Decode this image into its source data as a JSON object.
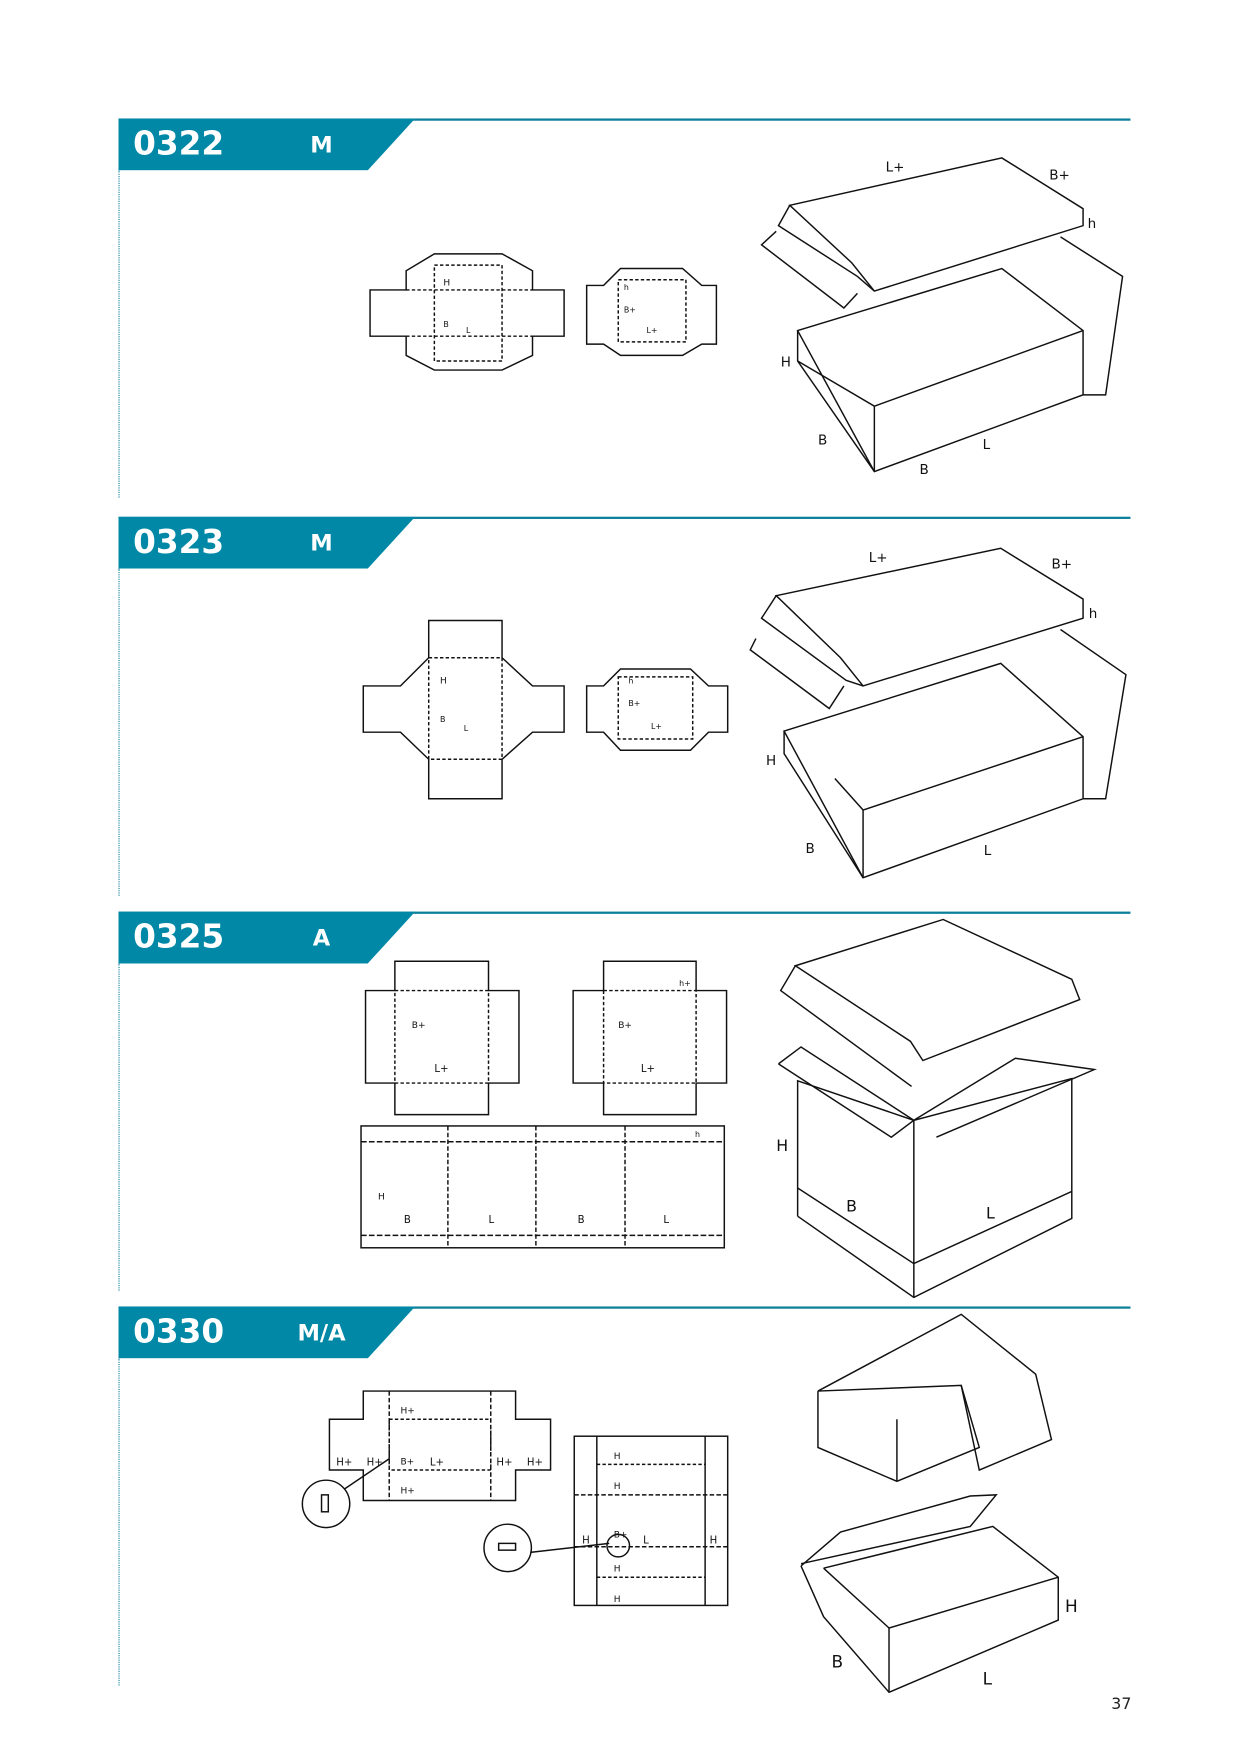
{
  "sections": [
    {
      "code": "0322",
      "type": "M",
      "labels3d": [
        "L+",
        "B+",
        "h",
        "H",
        "B",
        "B",
        "L"
      ],
      "flat_labels": [
        "H",
        "B",
        "L",
        "h",
        "B+",
        "L+"
      ]
    },
    {
      "code": "0323",
      "type": "M",
      "labels3d": [
        "L+",
        "B+",
        "h",
        "H",
        "B",
        "L"
      ],
      "flat_labels": [
        "H",
        "B",
        "L",
        "h",
        "B+",
        "L+"
      ]
    },
    {
      "code": "0325",
      "type": "A",
      "labels3d": [
        "H",
        "B",
        "L"
      ],
      "flat_labels": [
        "B+",
        "L+",
        "h+",
        "B+",
        "L+",
        "H",
        "B",
        "L",
        "B",
        "L",
        "h"
      ]
    },
    {
      "code": "0330",
      "type": "M/A",
      "labels3d": [
        "H",
        "B",
        "L"
      ],
      "flat_labels": [
        "H+",
        "B+",
        "H+",
        "L+",
        "H+",
        "H+",
        "H+",
        "H+",
        "H",
        "B+",
        "L",
        "H",
        "H",
        "H",
        "H",
        "H"
      ]
    }
  ],
  "page_number": "37"
}
